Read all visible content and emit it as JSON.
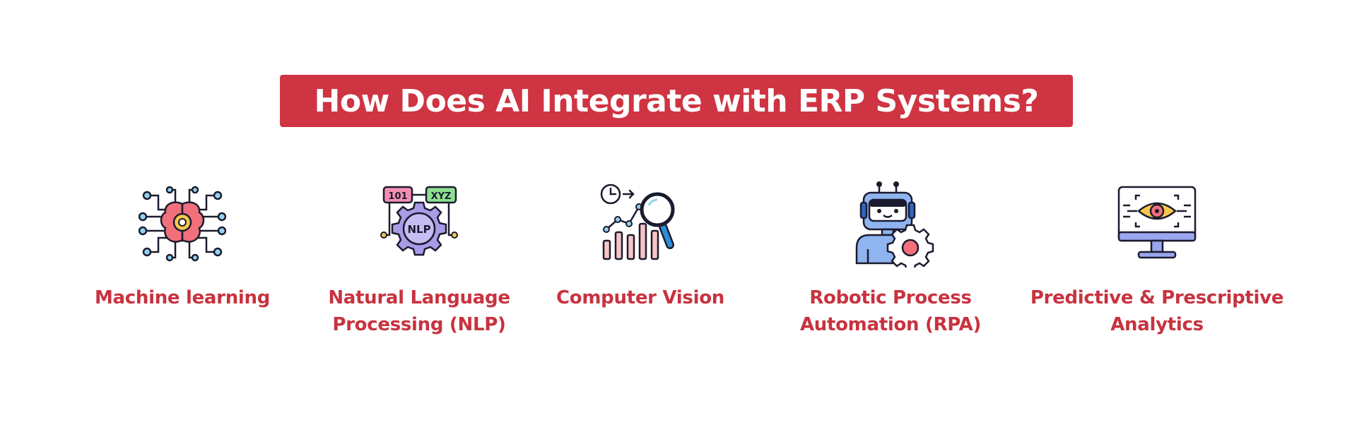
{
  "title": "How Does AI Integrate with ERP Systems?",
  "colors": {
    "banner": "#cf3442",
    "label": "#c8323f",
    "background": "#ffffff"
  },
  "items": [
    {
      "icon": "brain-circuit-icon",
      "label_lines": [
        "Machine learning"
      ]
    },
    {
      "icon": "nlp-gear-icon",
      "label_lines": [
        "Natural Language",
        "Processing (NLP)"
      ],
      "badges": [
        "101",
        "XYZ",
        "NLP"
      ]
    },
    {
      "icon": "chart-magnifier-icon",
      "label_lines": [
        "Computer Vision"
      ]
    },
    {
      "icon": "robot-gear-icon",
      "label_lines": [
        "Robotic Process",
        "Automation (RPA)"
      ]
    },
    {
      "icon": "monitor-eye-icon",
      "label_lines": [
        "Predictive & Prescriptive",
        "Analytics"
      ]
    }
  ]
}
